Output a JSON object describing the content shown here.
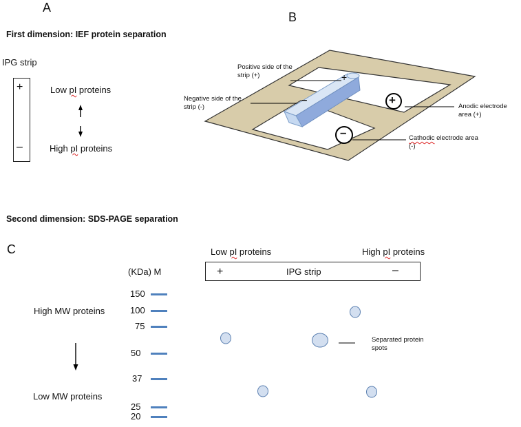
{
  "panel_a": {
    "letter": "A",
    "heading": "First dimension:  IEF protein separation",
    "strip_label": "IPG strip",
    "plus": "+",
    "minus": "–",
    "low_pre": "Low ",
    "low_pi": "pI",
    "low_post": " proteins",
    "high_pre": "High ",
    "high_pi": "pI",
    "high_post": " proteins"
  },
  "panel_b": {
    "letter": "B",
    "positive_side": "Positive side of the strip (+)",
    "negative_side": "Negative side of the strip (-)",
    "strip_plus": "+",
    "strip_minus": "–",
    "anodic": "Anodic electrode area (+)",
    "cathodic_pre": "Cathodic",
    "cathodic_post": " electrode area (-)",
    "anode_symbol": "+",
    "cathode_symbol": "–"
  },
  "panel_c": {
    "letter": "C",
    "heading": "Second dimension: SDS-PAGE separation",
    "low_pre": "Low ",
    "low_pi": "pI",
    "low_post": " proteins",
    "high_pre": "High ",
    "high_pi": "pI",
    "high_post": " proteins",
    "strip_plus": "+",
    "strip_label": "IPG strip",
    "strip_minus": "–",
    "marker_header": "(KDa) M",
    "high_mw": "High MW proteins",
    "low_mw": "Low MW proteins",
    "spots_label": "Separated protein spots",
    "markers": [
      "150",
      "100",
      "75",
      "50",
      "37",
      "25",
      "20"
    ]
  },
  "colors": {
    "frame_fill": "#d8ccaa",
    "frame_stroke": "#333333",
    "strip_fill": "#c6d9f1",
    "strip_stroke": "#7a9cc8",
    "marker_band": "#4f81bd",
    "spot_fill": "#d3dff0",
    "spot_stroke": "#5a7fb0"
  }
}
